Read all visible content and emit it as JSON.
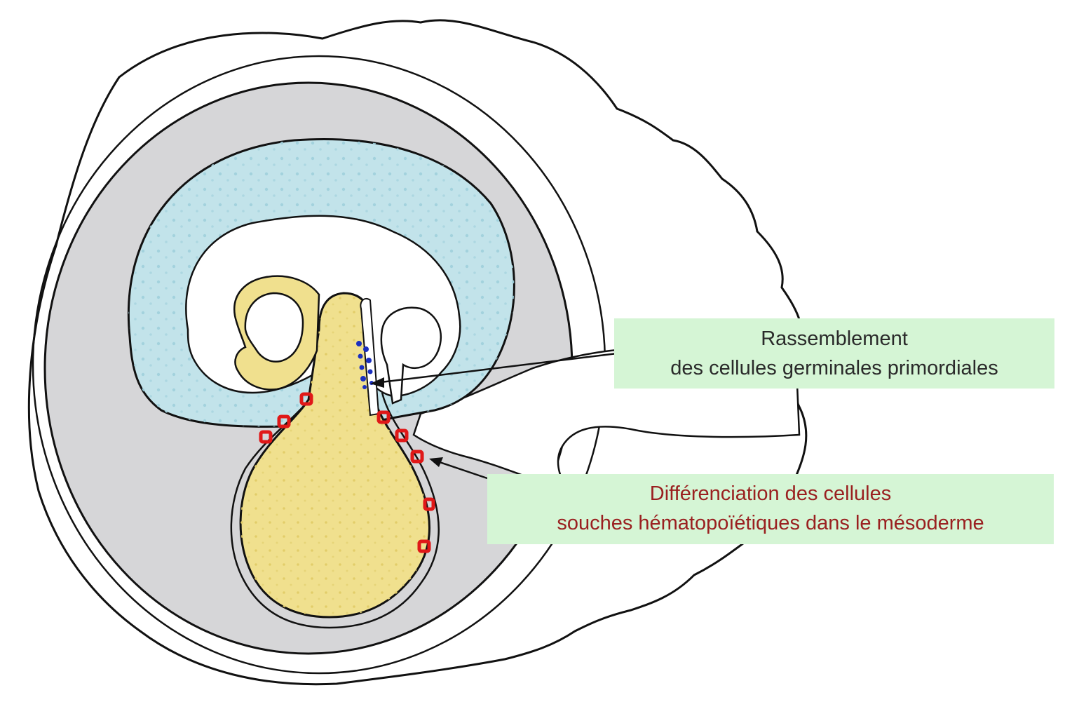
{
  "labels": {
    "germ_cells": {
      "line1": "Rassemblement",
      "line2": "des cellules germinales primordiales",
      "text_color": "#2a2a2a"
    },
    "hematopoietic": {
      "line1": "Différenciation des cellules",
      "line2": "souches hématopoïétiques dans le mésoderme",
      "text_color": "#9a2020"
    }
  },
  "colors": {
    "label_background": "#d5f5d5",
    "chorion_fill": "#ffffff",
    "extraembryonic_coelom": "#d6d6d8",
    "amniotic_cavity": "#c2e3ea",
    "yolk_sac": "#f0e08e",
    "germ_cell_marks": "#1a2fc0",
    "blood_island_marks": "#e01818",
    "outline": "#111111"
  }
}
